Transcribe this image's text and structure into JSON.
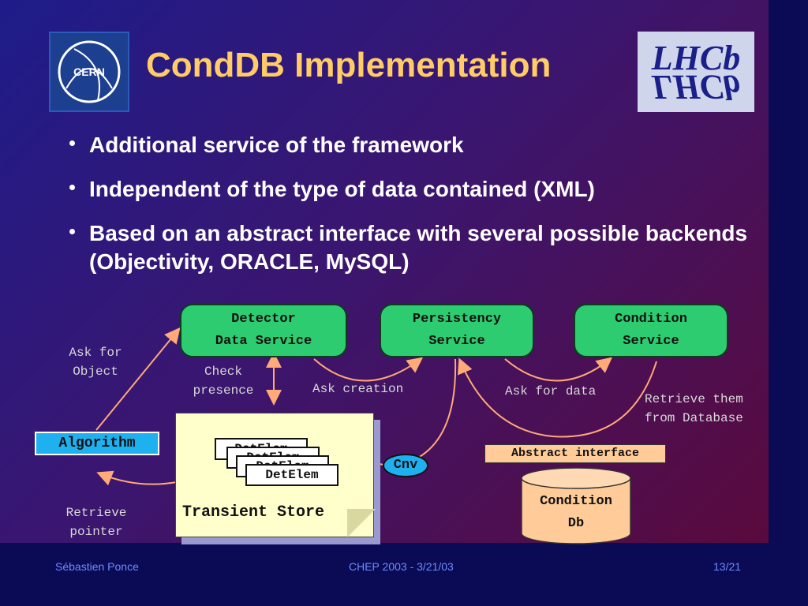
{
  "slide": {
    "title": "CondDB Implementation",
    "bullets": [
      "Additional service of the framework",
      "Independent of the type of data contained (XML)",
      "Based on an abstract interface with several possible backends (Objectivity, ORACLE, MySQL)"
    ],
    "logos": {
      "cern_text": "CERN",
      "lhcb_text": "LHCb"
    }
  },
  "diagram": {
    "services": {
      "detector": "Detector\nData Service",
      "persistency": "Persistency\nService",
      "condition": "Condition\nService"
    },
    "labels": {
      "ask_for_object": "Ask for\nObject",
      "check_presence": "Check\npresence",
      "ask_creation": "Ask creation",
      "ask_for_data": "Ask for data",
      "retrieve_from_db": "Retrieve them\nfrom Database",
      "retrieve_pointer": "Retrieve\npointer"
    },
    "algorithm": "Algorithm",
    "transient_store": "Transient Store",
    "det_elements": [
      "DetElem",
      "DetElem",
      "DetElem",
      "DetElem"
    ],
    "cnv": "Cnv",
    "abstract_interface": "Abstract interface",
    "condition_db": "Condition\nDb",
    "colors": {
      "service": "#2ecc71",
      "algorithm": "#1fb0f0",
      "store": "#ffffcc",
      "db": "#ffcc99",
      "arrow": "#ffaa77"
    }
  },
  "footer": {
    "author": "Sébastien Ponce",
    "conference": "CHEP 2003 - 3/21/03",
    "page": "13/21"
  }
}
